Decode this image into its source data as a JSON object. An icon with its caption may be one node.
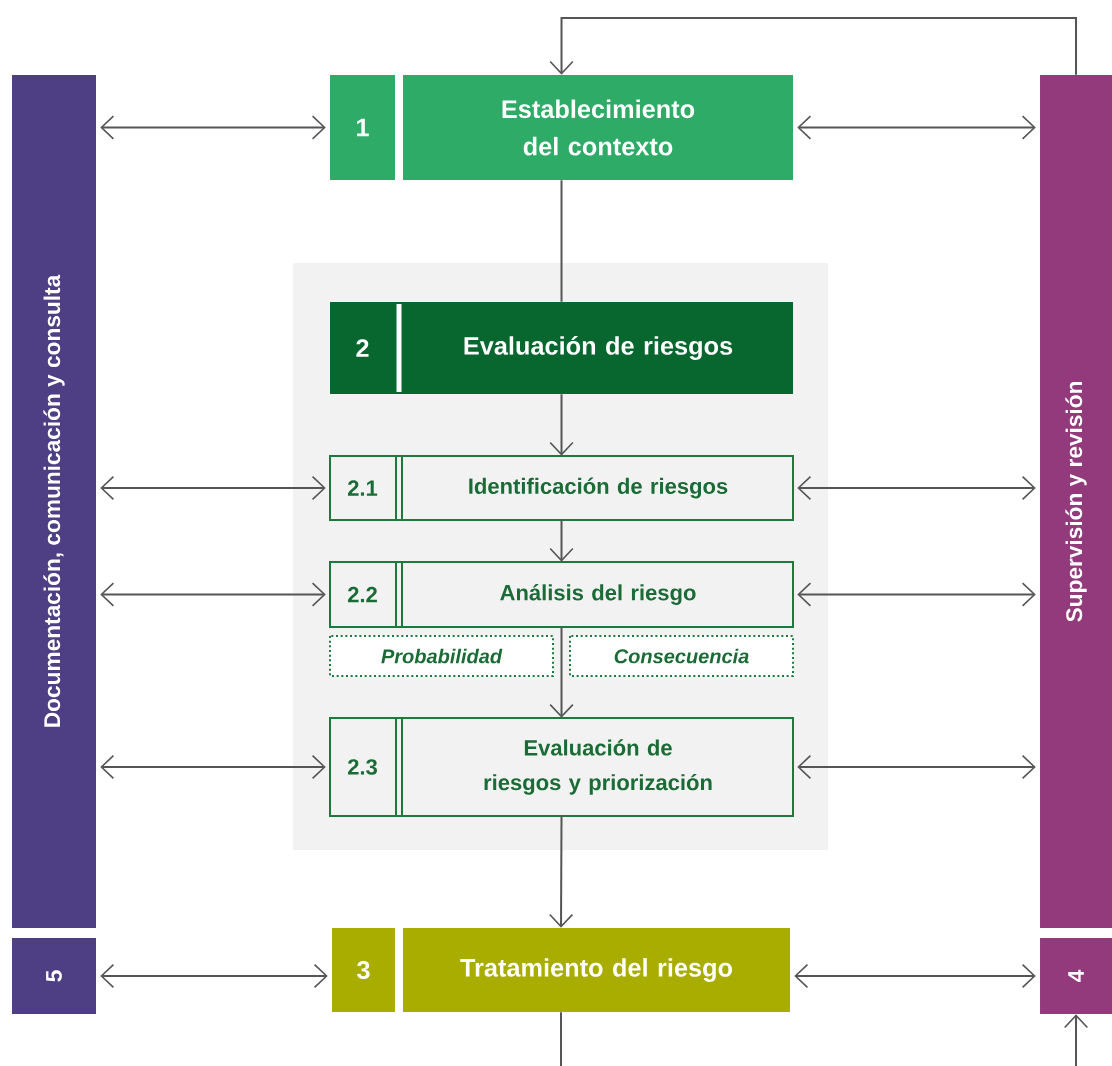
{
  "diagram": {
    "nodes": [
      {
        "text": [
          "Documentación, comunicación y consulta"
        ]
      },
      {
        "text": [
          "1",
          "Establecimiento del contexto"
        ]
      },
      {
        "text": [
          "Supervisión y revisión"
        ]
      },
      {
        "text": [],
        "shape": "box"
      },
      {
        "text": [
          "2",
          "Evaluación de riesgos"
        ],
        "in": 3
      },
      {
        "text": [
          "2.1",
          "Identificación de riesgos"
        ],
        "in": 3
      },
      {
        "text": [
          "2.2",
          "Análisis del riesgo"
        ],
        "in": 3
      },
      {
        "text": [
          "Probabilidad"
        ],
        "in": 3
      },
      {
        "text": [
          "Consecuencia"
        ],
        "in": 3
      },
      {
        "text": [
          "2.3",
          "Evaluación de riesgos y priorización"
        ],
        "in": 3
      },
      {
        "text": [
          "5"
        ]
      },
      {
        "text": [
          "3",
          "Tratamiento del riesgo"
        ]
      },
      {
        "text": [
          "4"
        ]
      }
    ],
    "edges": [
      {
        "from": 2,
        "to": 1,
        "arrow": "to"
      },
      {
        "from": 0,
        "to": 1,
        "arrow": "both"
      },
      {
        "from": 1,
        "to": 2,
        "arrow": "both"
      },
      {
        "from": 1,
        "to": 4,
        "arrow": "none"
      },
      {
        "from": 4,
        "to": 5,
        "arrow": "to"
      },
      {
        "from": 0,
        "to": 5,
        "arrow": "both"
      },
      {
        "from": 5,
        "to": 2,
        "arrow": "both"
      },
      {
        "from": 5,
        "to": 6,
        "arrow": "to"
      },
      {
        "from": 0,
        "to": 6,
        "arrow": "both"
      },
      {
        "from": 6,
        "to": 2,
        "arrow": "both"
      },
      {
        "from": 6,
        "to": 9,
        "arrow": "to"
      },
      {
        "from": 0,
        "to": 9,
        "arrow": "both"
      },
      {
        "from": 9,
        "to": 2,
        "arrow": "both"
      },
      {
        "from": 9,
        "to": 11,
        "arrow": "to"
      },
      {
        "from": 10,
        "to": 11,
        "arrow": "both"
      },
      {
        "from": 11,
        "to": 12,
        "arrow": "both"
      },
      {
        "from": 11,
        "to": null,
        "arrow": "none"
      },
      {
        "from": null,
        "to": 12,
        "arrow": "to"
      }
    ]
  }
}
